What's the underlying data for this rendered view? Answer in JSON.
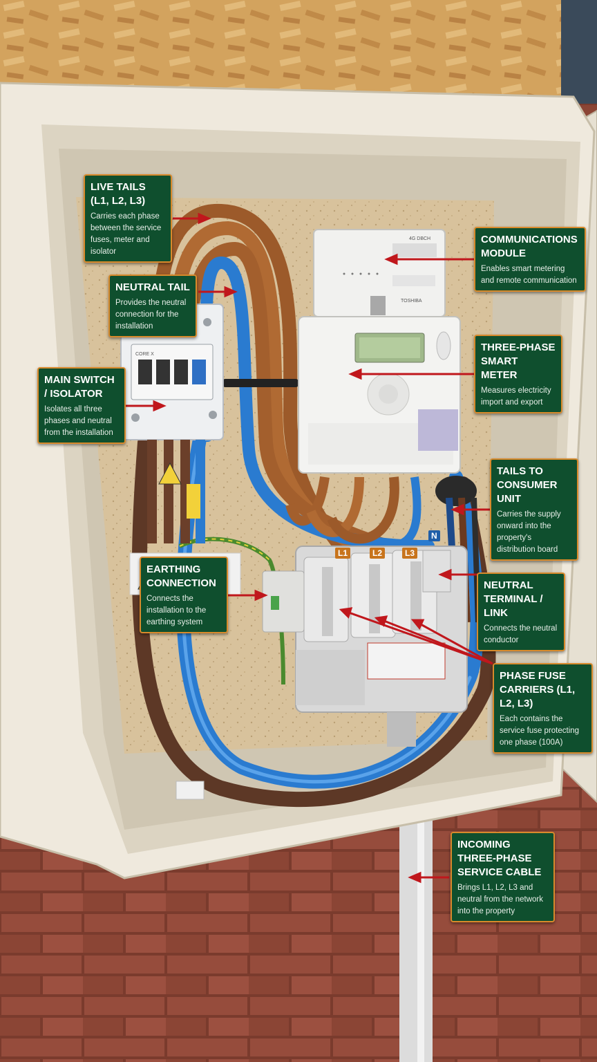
{
  "callouts": {
    "live_tails": {
      "title": "LIVE TAILS (L1, L2, L3)",
      "desc": "Carries each phase between the service fuses, meter and isolator"
    },
    "neutral_tail": {
      "title": "NEUTRAL TAIL",
      "desc": "Provides the neutral connection for the installation"
    },
    "main_switch": {
      "title": "MAIN SWITCH / ISOLATOR",
      "desc": "Isolates all three phases and neutral from the installation"
    },
    "earthing": {
      "title": "EARTHING CONNECTION",
      "desc": "Connects the installation to the earthing system"
    },
    "comms_module": {
      "title": "COMMUNICATIONS MODULE",
      "desc": "Enables smart metering and remote communication"
    },
    "smart_meter": {
      "title": "THREE-PHASE SMART METER",
      "desc": "Measures electricity import and export"
    },
    "tails_consumer": {
      "title": "TAILS TO CONSUMER UNIT",
      "desc": "Carries the supply onward into the property's distribution board"
    },
    "neutral_link": {
      "title": "NEUTRAL TERMINAL / LINK",
      "desc": "Connects the neutral conductor"
    },
    "phase_fuses": {
      "title": "PHASE FUSE CARRIERS (L1, L2, L3)",
      "desc": "Each contains the service fuse protecting one phase (100A)"
    },
    "incoming_cable": {
      "title": "INCOMING THREE-PHASE SERVICE CABLE",
      "desc": "Brings L1, L2, L3 and neutral from the network into the property"
    }
  },
  "tags": {
    "l1": "L1",
    "l2": "L2",
    "l3": "L3",
    "n": "N"
  },
  "device_labels": {
    "comms_top": "4G DBCH",
    "comms_brand": "TOSHIBA",
    "isolator_brand": "CORE X"
  },
  "colors": {
    "callout_bg": "#0f4f2e",
    "callout_border": "#d98a2b",
    "arrow": "#c0171c",
    "brick": "#8e4a3a",
    "osb": "#d5a560",
    "enclosure": "#ece6d8",
    "cable_brown": "#a8612d",
    "cable_blue": "#2b7fd0",
    "cable_dark_brown": "#6b3f2a"
  },
  "icons": {
    "arrow": "red-pointer-arrow"
  }
}
